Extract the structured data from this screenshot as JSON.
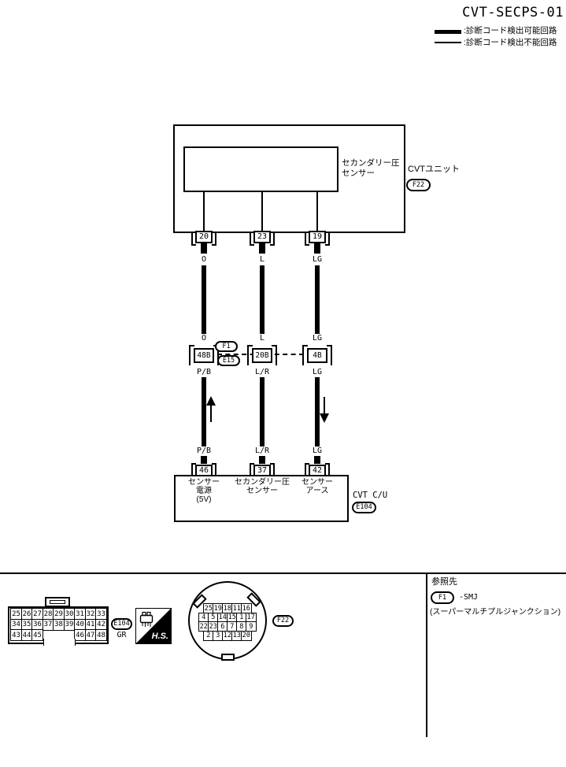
{
  "title": "CVT-SECPS-01",
  "legend": {
    "detectable": ":診断コード検出可能回路",
    "undetectable": ":診断コード検出不能回路"
  },
  "cvt_unit": {
    "name": "CVTユニット",
    "connector_id": "F22",
    "component_line1": "セカンダリー圧",
    "component_line2": "センサー"
  },
  "junction": {
    "id_top": "F1",
    "id_bottom": "E15"
  },
  "wires": [
    {
      "unit_pin": "20",
      "color_top": "O",
      "color_mid": "O",
      "junction_pin": "48B",
      "color_mid2": "P/B",
      "color_bottom": "P/B",
      "cu_pin": "46"
    },
    {
      "unit_pin": "23",
      "color_top": "L",
      "color_mid": "L",
      "junction_pin": "20B",
      "color_mid2": "L/R",
      "color_bottom": "L/R",
      "cu_pin": "37"
    },
    {
      "unit_pin": "19",
      "color_top": "LG",
      "color_mid": "LG",
      "junction_pin": "4B",
      "color_mid2": "LG",
      "color_bottom": "LG",
      "cu_pin": "42"
    }
  ],
  "cvt_cu": {
    "name": "CVT C/U",
    "connector_id": "E104",
    "terminal1_line1": "センサー",
    "terminal1_line2": "電源",
    "terminal1_line3": "(5V)",
    "terminal2_line1": "セカンダリー圧",
    "terminal2_line2": "センサー",
    "terminal3_line1": "センサー",
    "terminal3_line2": "アース"
  },
  "footer": {
    "hs_label": "H.S.",
    "e104": {
      "id": "E104",
      "color_code": "GR",
      "rows": [
        [
          "25",
          "26",
          "27",
          "28",
          "29",
          "30",
          "31",
          "32",
          "33"
        ],
        [
          "34",
          "35",
          "36",
          "37",
          "38",
          "39",
          "40",
          "41",
          "42"
        ],
        [
          "43",
          "44",
          "45",
          "46",
          "47",
          "48"
        ]
      ]
    },
    "f22": {
      "id": "F22",
      "rows": [
        [
          "25",
          "19",
          "18",
          "11",
          "16"
        ],
        [
          "4",
          "5",
          "14",
          "15",
          "1",
          "17"
        ],
        [
          "22",
          "23",
          "6",
          "7",
          "8",
          "9"
        ],
        [
          "2",
          "3",
          "12",
          "13",
          "20"
        ]
      ]
    },
    "reference": {
      "heading": "参照先",
      "connector_id": "F1",
      "target": "-SMJ",
      "note": "(スーパーマルチプルジャンクション)"
    }
  }
}
